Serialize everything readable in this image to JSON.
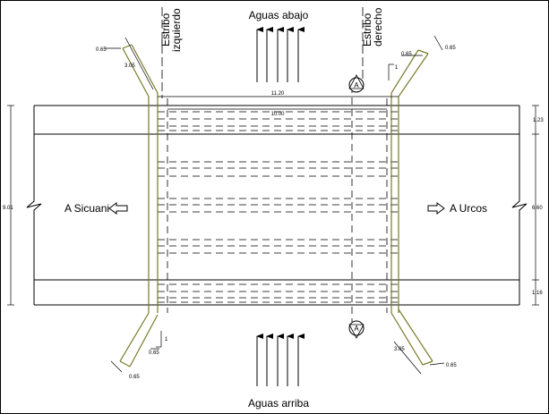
{
  "labels": {
    "aguas_abajo": "Aguas abajo",
    "aguas_arriba": "Aguas arriba",
    "a_sicuani": "A Sicuani",
    "a_urcos": "A Urcos",
    "estribo_izq_line1": "Estribo",
    "estribo_izq_line2": "izquierdo",
    "estribo_der_line1": "Estribo",
    "estribo_der_line2": "derecho",
    "section_mark": "A"
  },
  "dimensions": {
    "span_total": "11.20",
    "span_inner": "10.00",
    "road_width": "9.01",
    "lane_top": "1.23",
    "lane_mid": "6.60",
    "lane_bottom": "1.16",
    "wing_length_tl": "3.05",
    "wing_width_tl": "0.65",
    "wing_width_tr": "0.65",
    "wing_offset_tr": "0.65",
    "slope_tr": "1",
    "wing_offset_bl": "0.65",
    "wing_width_bl": "0.65",
    "slope_bl": "1",
    "wing_length_br": "3.05",
    "wing_width_br": "0.65"
  },
  "colors": {
    "line": "#000000",
    "wing": "#7a7a2a"
  }
}
